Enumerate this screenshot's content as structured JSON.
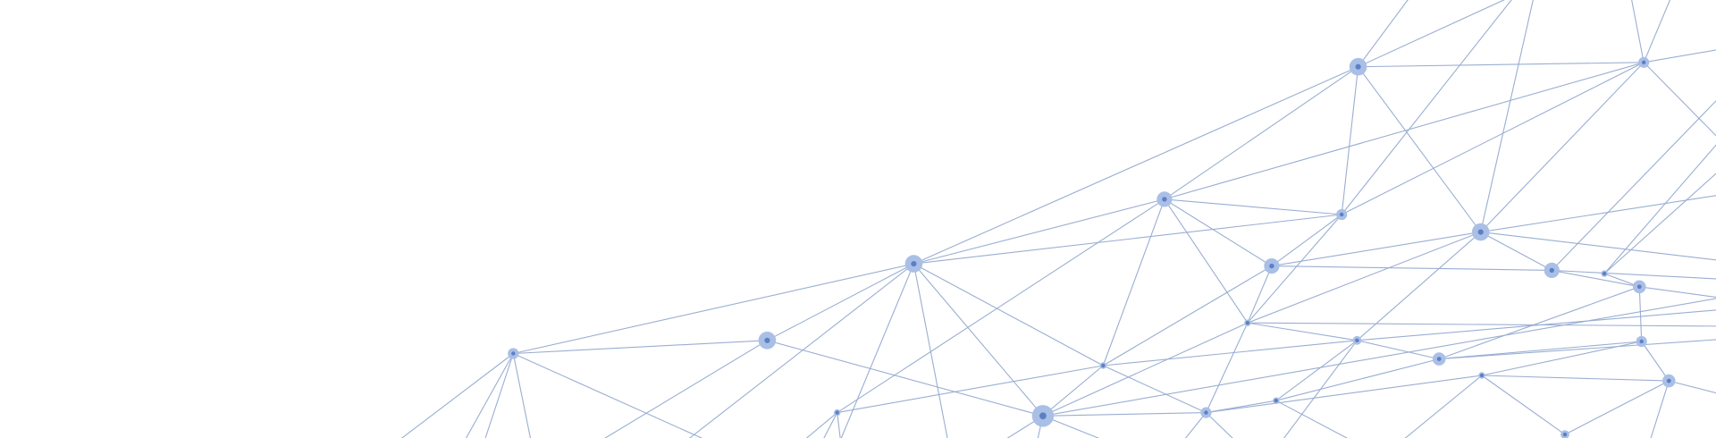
{
  "background_color": "#ffffff",
  "line_color": "#9aaed2",
  "node_halo_color": "#a9bfe6",
  "node_core_color": "#5d7fc4",
  "graphic": {
    "name": "network-graph-decoration",
    "nodes": [
      "n-a",
      "n-b",
      "n-c",
      "n-d",
      "n-e",
      "n-f",
      "n-g",
      "n-h",
      "n-i",
      "n-j",
      "n-k",
      "n-l",
      "n-m",
      "n-n",
      "n-o",
      "n-p",
      "n-q",
      "n-r",
      "n-s",
      "n-t",
      "n-u",
      "n-v",
      "n-w",
      "n-x",
      "n-y",
      "n-z",
      "n-aa",
      "n-ab",
      "n-ac"
    ]
  }
}
